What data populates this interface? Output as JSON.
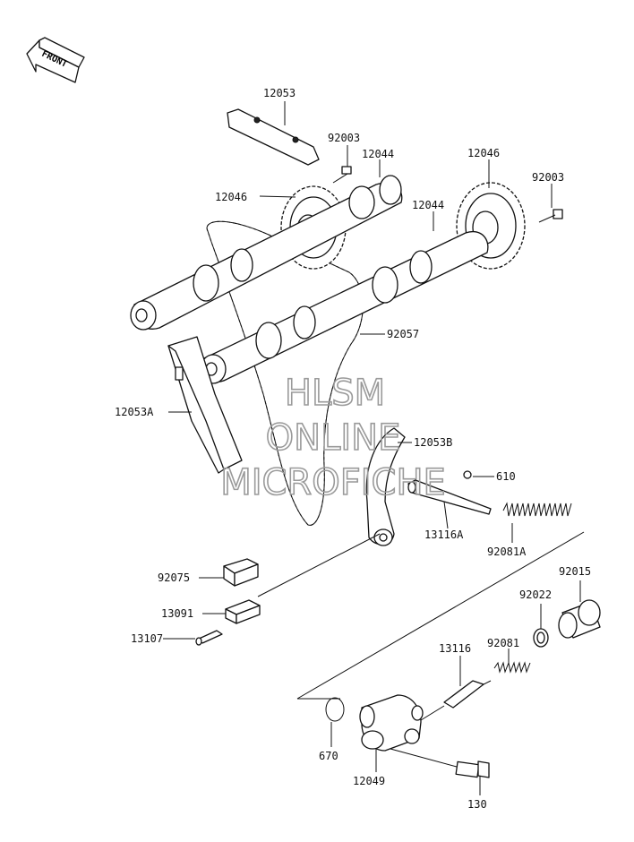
{
  "front_arrow": {
    "label": "FRONT",
    "icon": "front-direction-arrow-icon"
  },
  "watermark": {
    "line1": "HLSM",
    "line2": "ONLINE",
    "line3": "MICROFICHE"
  },
  "parts": [
    {
      "id": "p12053",
      "number": "12053",
      "desc_icon": "chain-guide-top-icon"
    },
    {
      "id": "p92003a",
      "number": "92003",
      "desc_icon": "bolt-icon"
    },
    {
      "id": "p12044a",
      "number": "12044",
      "desc_icon": "camshaft-icon"
    },
    {
      "id": "p12046a",
      "number": "12046",
      "desc_icon": "sprocket-icon"
    },
    {
      "id": "p12046b",
      "number": "12046",
      "desc_icon": "sprocket-icon"
    },
    {
      "id": "p92003b",
      "number": "92003",
      "desc_icon": "bolt-icon"
    },
    {
      "id": "p12044b",
      "number": "12044",
      "desc_icon": "camshaft-icon"
    },
    {
      "id": "p92057",
      "number": "92057",
      "desc_icon": "cam-chain-icon"
    },
    {
      "id": "p12053A",
      "number": "12053A",
      "desc_icon": "chain-guide-icon"
    },
    {
      "id": "p12053B",
      "number": "12053B",
      "desc_icon": "tensioner-guide-icon"
    },
    {
      "id": "p610",
      "number": "610",
      "desc_icon": "ball-icon"
    },
    {
      "id": "p13116A",
      "number": "13116A",
      "desc_icon": "rod-icon"
    },
    {
      "id": "p92081A",
      "number": "92081A",
      "desc_icon": "spring-icon"
    },
    {
      "id": "p92075",
      "number": "92075",
      "desc_icon": "damper-icon"
    },
    {
      "id": "p92015",
      "number": "92015",
      "desc_icon": "cap-icon"
    },
    {
      "id": "p13091",
      "number": "13091",
      "desc_icon": "holder-icon"
    },
    {
      "id": "p92022",
      "number": "92022",
      "desc_icon": "washer-icon"
    },
    {
      "id": "p13107",
      "number": "13107",
      "desc_icon": "pin-icon"
    },
    {
      "id": "p92081",
      "number": "92081",
      "desc_icon": "spring-icon"
    },
    {
      "id": "p13116",
      "number": "13116",
      "desc_icon": "plunger-icon"
    },
    {
      "id": "p670",
      "number": "670",
      "desc_icon": "o-ring-icon"
    },
    {
      "id": "p12049",
      "number": "12049",
      "desc_icon": "tensioner-body-icon"
    },
    {
      "id": "p130",
      "number": "130",
      "desc_icon": "flange-bolt-icon"
    }
  ]
}
